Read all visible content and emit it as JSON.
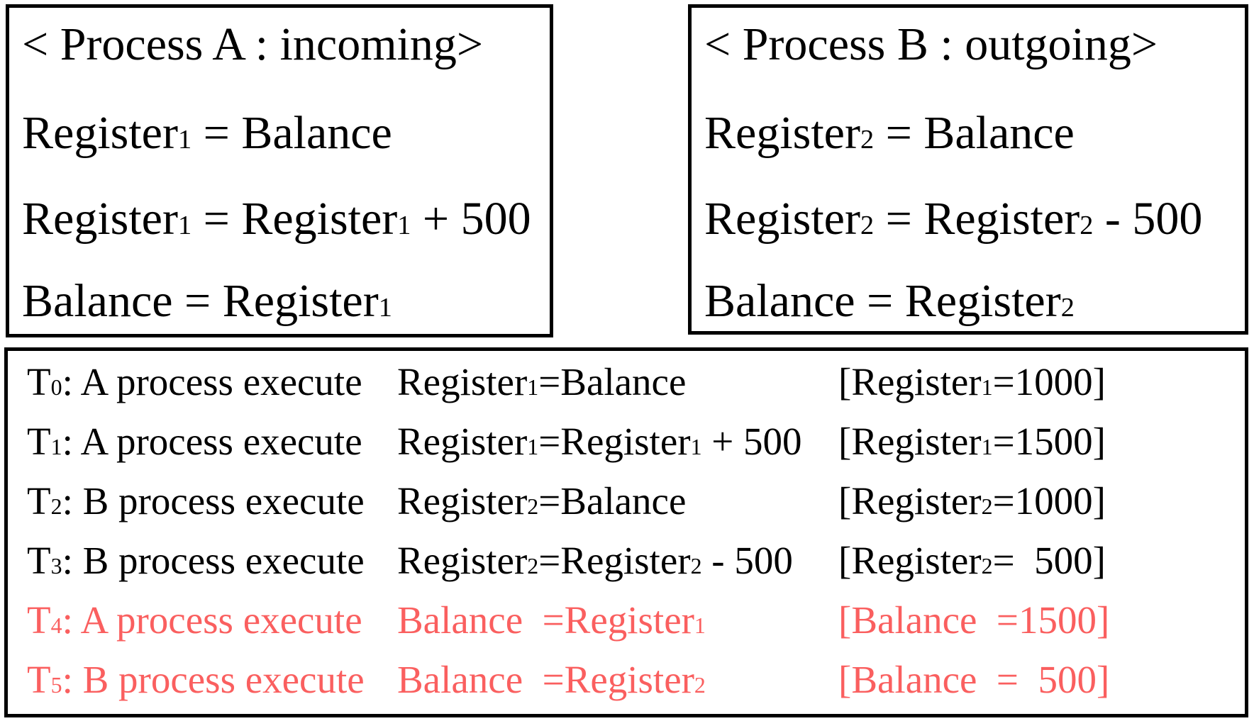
{
  "colors": {
    "background": "#FFFFFF",
    "text": "#000000",
    "border": "#000000",
    "highlight": "#FA5F5F"
  },
  "process_a": {
    "title": "< Process A : incoming>",
    "lines": [
      "Register~1~ = Balance",
      "Register~1~ = Register~1~ + 500",
      "Balance = Register~1~"
    ]
  },
  "process_b": {
    "title": "< Process B : outgoing>",
    "lines": [
      "Register~2~ = Balance",
      "Register~2~ = Register~2~ - 500",
      "Balance = Register~2~"
    ]
  },
  "timeline": {
    "rows": [
      {
        "label": "T~0~: A process execute",
        "statement": "Register~1~=Balance",
        "result": "[Register~1~=1000]",
        "highlighted": false
      },
      {
        "label": "T~1~: A process execute",
        "statement": "Register~1~=Register~1~ + 500",
        "result": "[Register~1~=1500]",
        "highlighted": false
      },
      {
        "label": "T~2~: B process execute",
        "statement": "Register~2~=Balance",
        "result": "[Register~2~=1000]",
        "highlighted": false
      },
      {
        "label": "T~3~: B process execute",
        "statement": "Register~2~=Register~2~ - 500",
        "result": "[Register~2~=  500]",
        "highlighted": false
      },
      {
        "label": "T~4~: A process execute",
        "statement": "Balance  =Register~1~",
        "result": "[Balance  =1500]",
        "highlighted": true
      },
      {
        "label": "T~5~: B process execute",
        "statement": "Balance  =Register~2~",
        "result": "[Balance  =  500]",
        "highlighted": true
      }
    ]
  }
}
